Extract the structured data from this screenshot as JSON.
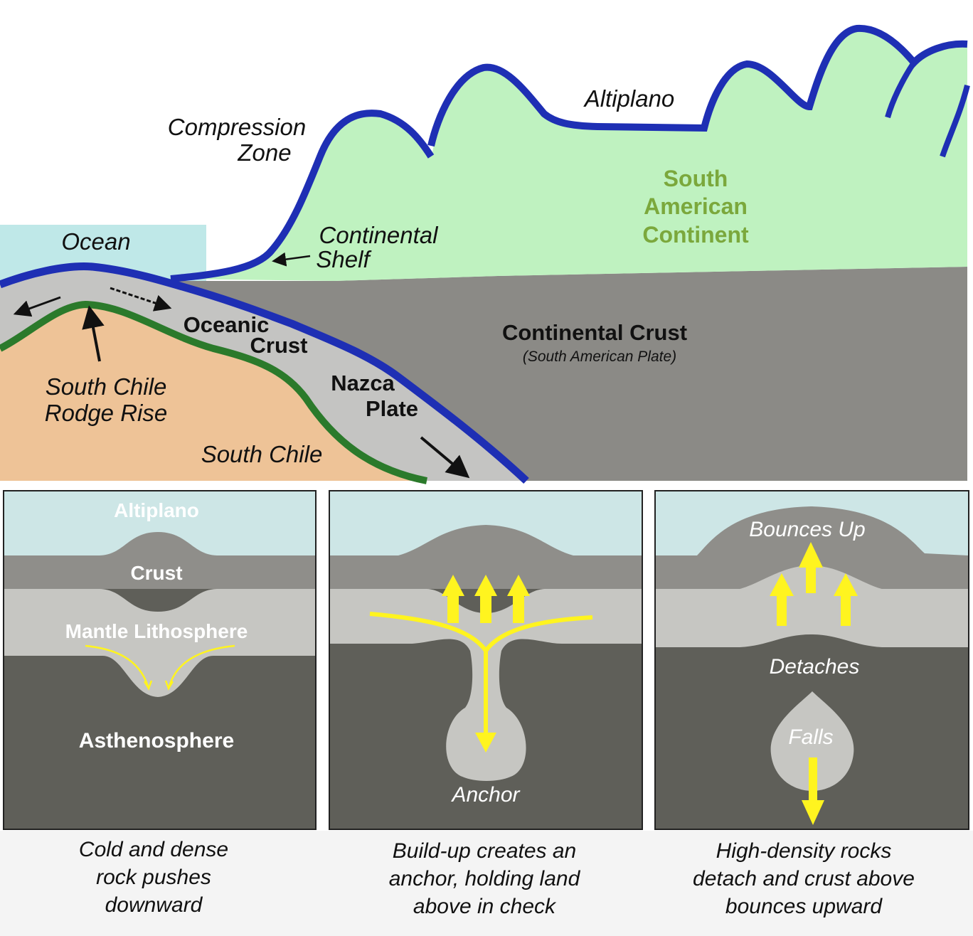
{
  "top": {
    "labels": {
      "compression_zone_1": "Compression",
      "compression_zone_2": "Zone",
      "altiplano": "Altiplano",
      "ocean": "Ocean",
      "continental_shelf_1": "Continental",
      "continental_shelf_2": "Shelf",
      "south_american_continent_1": "South",
      "south_american_continent_2": "American",
      "south_american_continent_3": "Continent",
      "oceanic_crust_1": "Oceanic",
      "oceanic_crust_2": "Crust",
      "continental_crust": "Continental Crust",
      "south_american_plate": "(South American Plate)",
      "ridge_rise_1": "South Chile",
      "ridge_rise_2": "Rodge Rise",
      "nazca_plate_1": "Nazca",
      "nazca_plate_2": "Plate",
      "south_chile": "South Chile"
    }
  },
  "panels": [
    {
      "labels": {
        "altiplano": "Altiplano",
        "crust": "Crust",
        "mantle": "Mantle Lithosphere",
        "asthenosphere": "Asthenosphere"
      },
      "caption": [
        "Cold and dense",
        "rock pushes",
        "downward"
      ]
    },
    {
      "labels": {
        "anchor": "Anchor"
      },
      "caption": [
        "Build-up creates an",
        "anchor, holding land",
        "above in check"
      ]
    },
    {
      "labels": {
        "bounces_up": "Bounces Up",
        "detaches": "Detaches",
        "falls": "Falls"
      },
      "caption": [
        "High-density rocks",
        "detach and crust above",
        "bounces upward"
      ]
    }
  ],
  "colors": {
    "sky_blue": "#cde6e6",
    "ocean_blue": "#bfe8e8",
    "land_green": "#bff2c0",
    "crust_gray": "#8b8a86",
    "oceanic_light": "#c4c4c2",
    "boundary_blue": "#1e2fb4",
    "mantle_green": "#2b7a2b",
    "mantle_orange": "#eec397",
    "panel_crust": "#8f8e8a",
    "panel_mantle": "#c6c6c2",
    "panel_asth": "#5f5f59",
    "arrow_yellow": "#fff41f",
    "green_text": "#7ba83c"
  }
}
